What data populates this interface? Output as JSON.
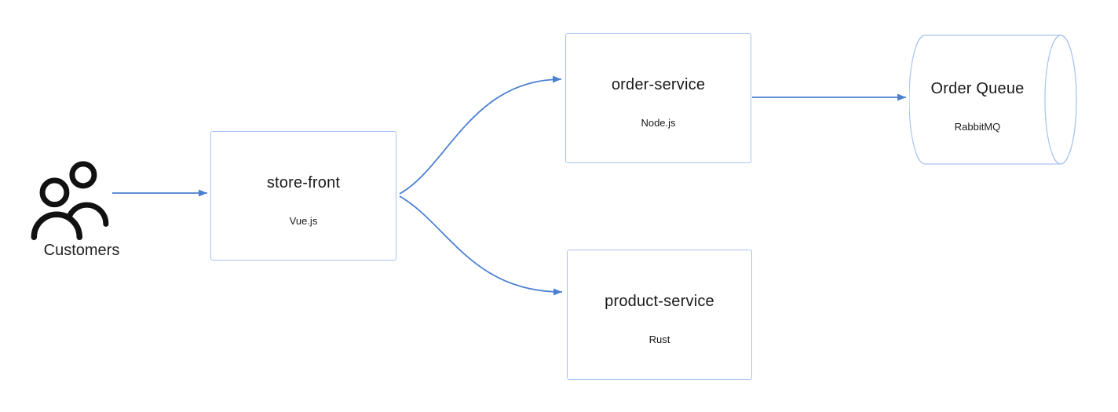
{
  "diagram": {
    "nodes": {
      "customers": {
        "label": "Customers",
        "type": "actor"
      },
      "store_front": {
        "title": "store-front",
        "subtitle": "Vue.js",
        "type": "box"
      },
      "order_service": {
        "title": "order-service",
        "subtitle": "Node.js",
        "type": "box"
      },
      "product_service": {
        "title": "product-service",
        "subtitle": "Rust",
        "type": "box"
      },
      "order_queue": {
        "title": "Order Queue",
        "subtitle": "RabbitMQ",
        "type": "cylinder"
      }
    },
    "edges": [
      {
        "from": "customers",
        "to": "store_front"
      },
      {
        "from": "store_front",
        "to": "order_service"
      },
      {
        "from": "store_front",
        "to": "product_service"
      },
      {
        "from": "order_service",
        "to": "order_queue"
      }
    ],
    "colors": {
      "edge": "#4b7fd0",
      "node_border": "#a6c3ee",
      "node_fill": "#ffffff",
      "text": "#1a1a1a",
      "icon": "#111111"
    }
  }
}
